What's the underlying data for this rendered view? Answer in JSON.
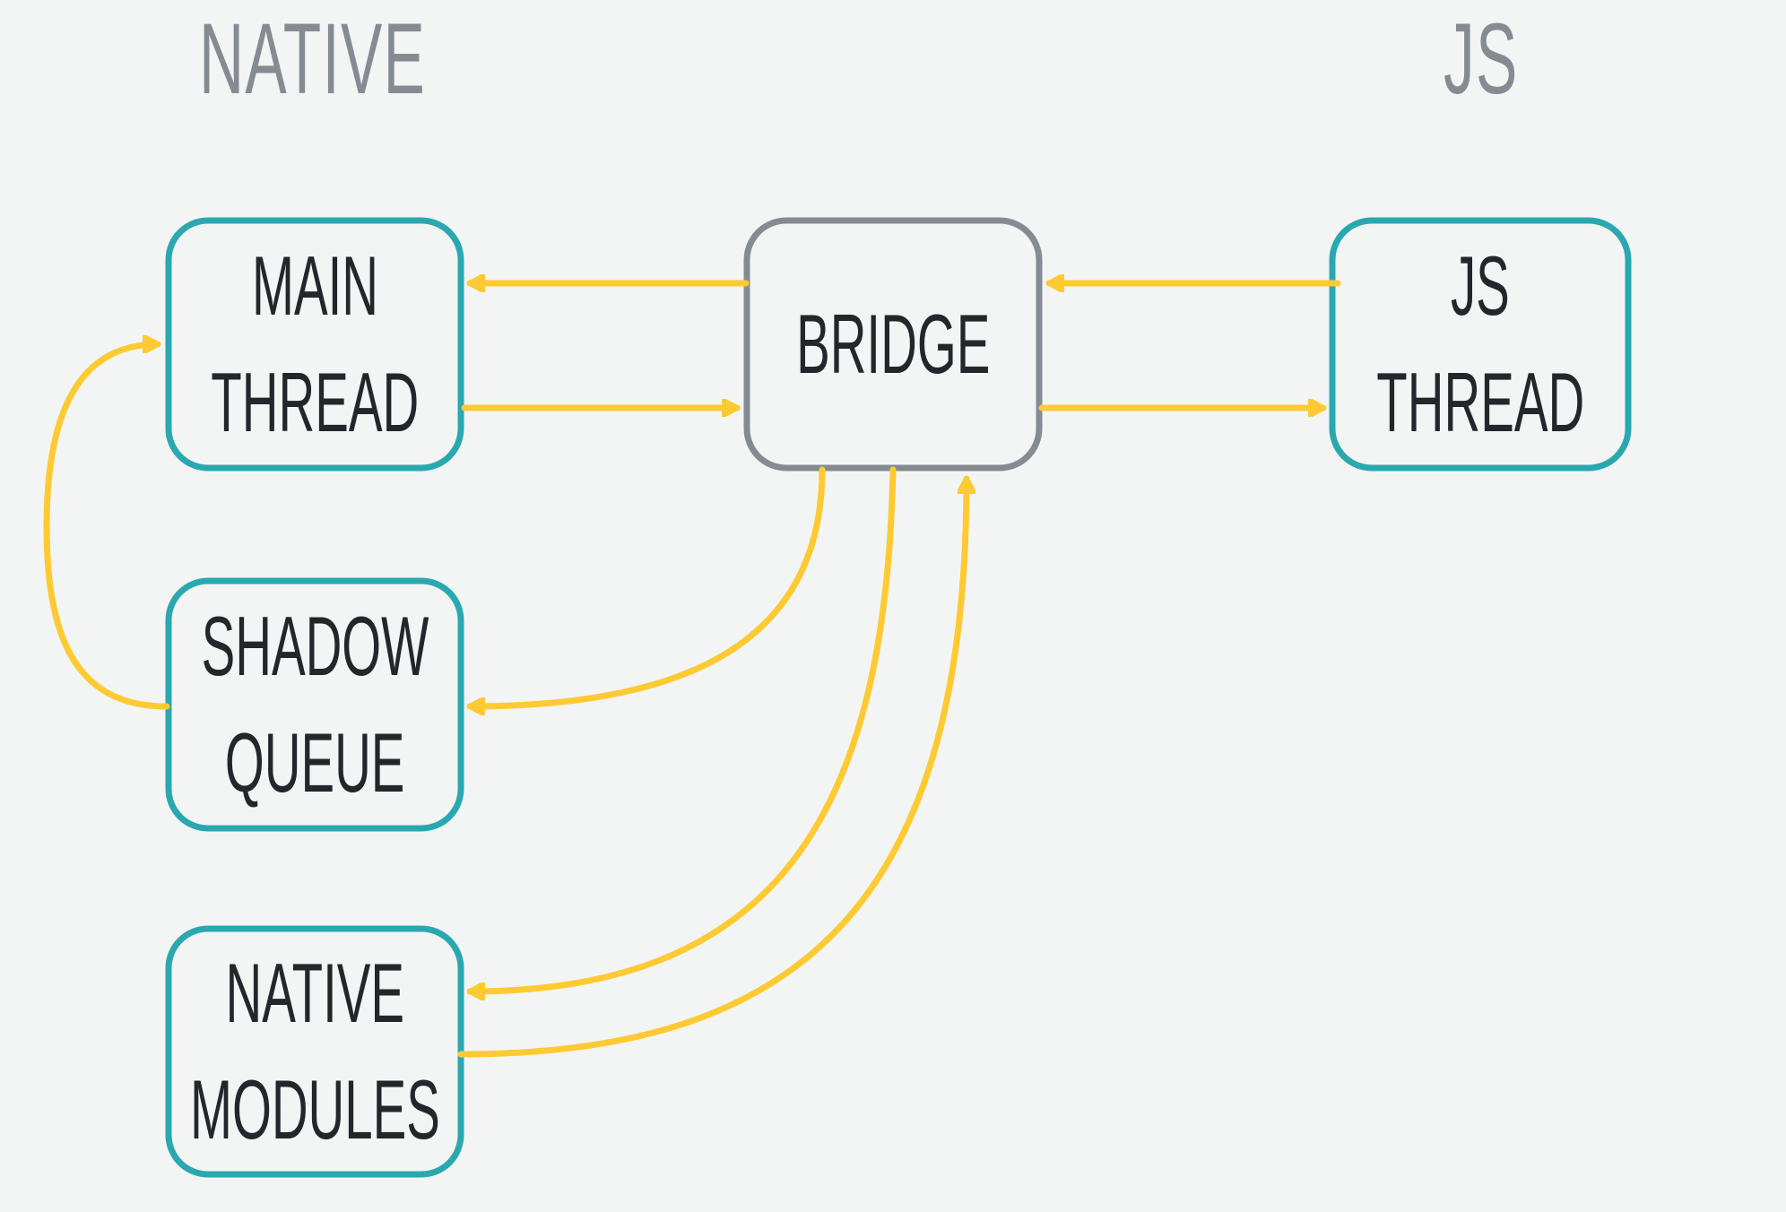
{
  "headers": {
    "native": "NATIVE",
    "js": "JS"
  },
  "nodes": {
    "main_thread": {
      "line1": "MAIN",
      "line2": "THREAD"
    },
    "bridge": {
      "line1": "BRIDGE"
    },
    "js_thread": {
      "line1": "JS",
      "line2": "THREAD"
    },
    "shadow_queue": {
      "line1": "SHADOW",
      "line2": "QUEUE"
    },
    "native_modules": {
      "line1": "NATIVE",
      "line2": "MODULES"
    }
  },
  "colors": {
    "background": "#f3f5f4",
    "native_node_border": "#2aa8b0",
    "bridge_border": "#868b93",
    "arrow": "#fdca33",
    "text": "#25262b",
    "header_text": "#868b93"
  }
}
